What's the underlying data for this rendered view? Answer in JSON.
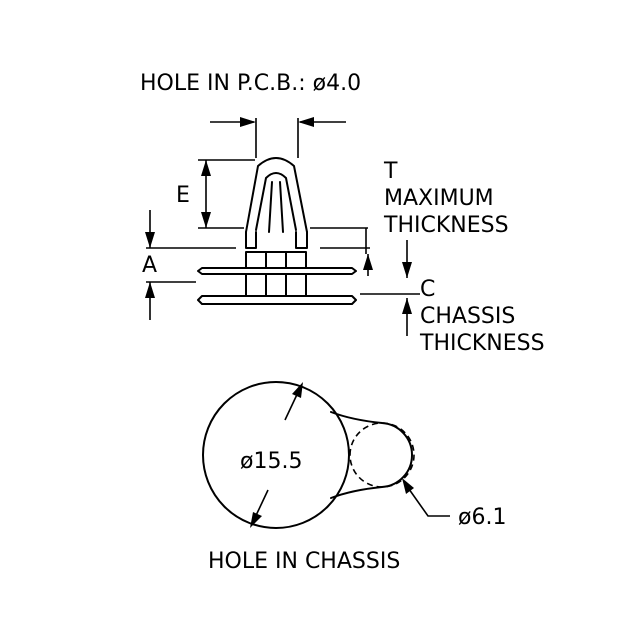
{
  "labels": {
    "pcb_hole": "HOLE IN P.C.B.: ø4.0",
    "e": "E",
    "t": "T",
    "max_1": "MAXIMUM",
    "max_2": "THICKNESS",
    "a": "A",
    "c": "C",
    "chassis_1": "CHASSIS",
    "chassis_2": "THICKNESS",
    "dia_large": "ø15.5",
    "dia_small": "ø6.1",
    "chassis_hole": "HOLE IN CHASSIS"
  }
}
